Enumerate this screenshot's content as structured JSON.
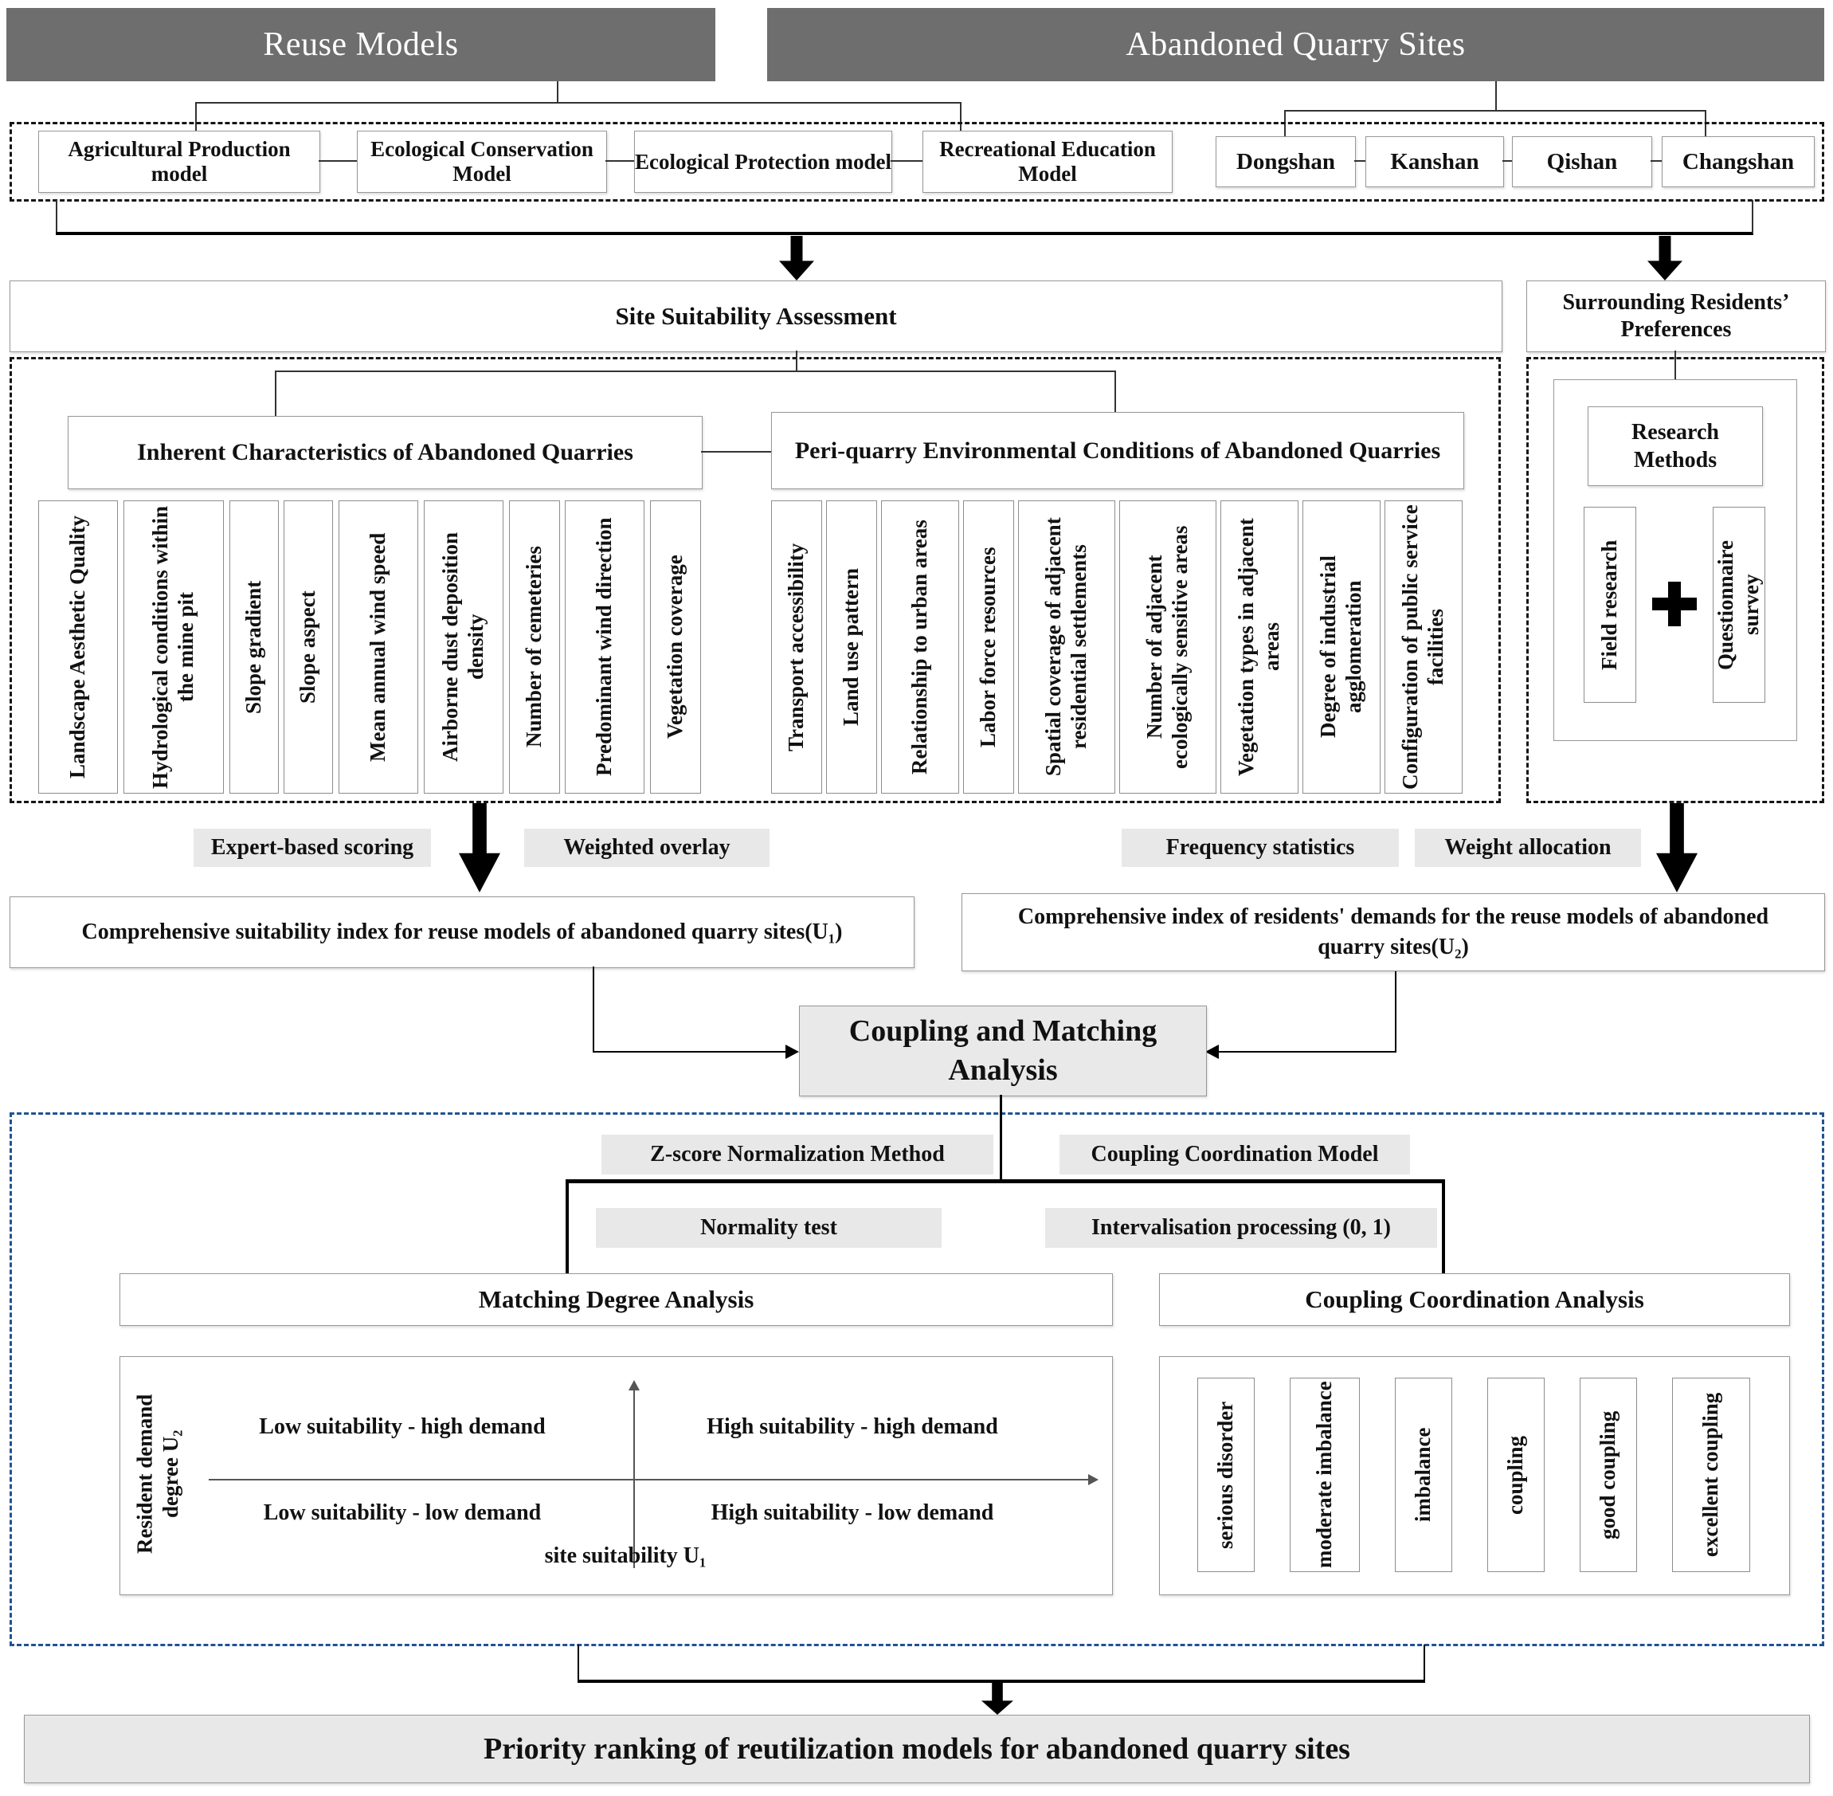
{
  "colors": {
    "header_bar": "#6e6e6e",
    "label_bg": "#e8e8e8",
    "highlight_box_bg": "#e9e9e9",
    "blue_dashed_border": "#1f5394"
  },
  "headers": {
    "reuse": "Reuse Models",
    "quarry": "Abandoned Quarry Sites"
  },
  "reuse_models": [
    "Agricultural Production model",
    "Ecological Conservation Model",
    "Ecological Protection model",
    "Recreational Education Model"
  ],
  "quarry_sites": [
    "Dongshan",
    "Kanshan",
    "Qishan",
    "Changshan"
  ],
  "assessment": {
    "title": "Site Suitability Assessment"
  },
  "preferences": {
    "title": "Surrounding Residents’ Preferences"
  },
  "inherent": {
    "title": "Inherent Characteristics of Abandoned Quarries",
    "items": [
      "Landscape Aesthetic Quality",
      "Hydrological conditions within the mine pit",
      "Slope gradient",
      "Slope aspect",
      "Mean annual wind speed",
      "Airborne dust deposition density",
      "Number of cemeteries",
      "Predominant wind direction",
      "Vegetation coverage"
    ]
  },
  "peri": {
    "title": "Peri-quarry Environmental Conditions of Abandoned Quarries",
    "items": [
      "Transport accessibility",
      "Land use pattern",
      "Relationship to urban areas",
      "Labor force resources",
      "Spatial coverage of adjacent residential settlements",
      "Number of adjacent ecologically sensitive areas",
      "Vegetation types in adjacent areas",
      "Degree of industrial agglomeration",
      "Configuration of public service facilities"
    ]
  },
  "research": {
    "title": "Research Methods",
    "methods": [
      "Field research",
      "Questionnaire survey"
    ]
  },
  "pipeline_left": {
    "steps": [
      "Expert-based scoring",
      "Weighted overlay"
    ],
    "result": "Comprehensive suitability index for reuse models of abandoned quarry sites(U₁)"
  },
  "pipeline_right": {
    "steps": [
      "Frequency statistics",
      "Weight allocation"
    ],
    "result": "Comprehensive index of residents' demands for the reuse models of abandoned quarry sites(U₂)"
  },
  "coupling": {
    "title": "Coupling and Matching Analysis",
    "methods": [
      "Z-score Normalization Method",
      "Coupling Coordination Model"
    ],
    "steps": [
      "Normality test",
      "Intervalisation processing (0, 1)"
    ]
  },
  "matching": {
    "title": "Matching Degree Analysis",
    "y_axis": "Resident demand degree U₂",
    "x_axis": "site suitability U₁",
    "quadrants": {
      "top_left": "Low suitability - high demand",
      "top_right": "High suitability - high demand",
      "bottom_left": "Low suitability - low demand",
      "bottom_right": "High suitability - low demand"
    }
  },
  "coordination": {
    "title": "Coupling Coordination Analysis",
    "levels": [
      "serious disorder",
      "moderate imbalance",
      "imbalance",
      "coupling",
      "good coupling",
      "excellent coupling"
    ]
  },
  "footer": {
    "title": "Priority ranking of reutilization models for abandoned quarry sites"
  }
}
